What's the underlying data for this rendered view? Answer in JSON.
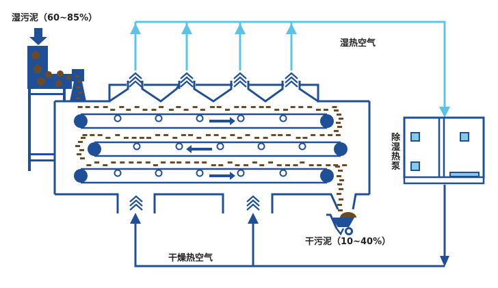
{
  "labels": {
    "wet_sludge": "湿污泥（60~85%）",
    "humid_hot_air": "湿热空气",
    "dry_hot_air": "干燥热空气",
    "dry_sludge": "干污泥（10~40%）",
    "heat_pump": [
      "除",
      "湿",
      "热",
      "泵"
    ]
  },
  "conveyors": [
    {
      "id": "top",
      "direction": "right"
    },
    {
      "id": "middle",
      "direction": "left"
    },
    {
      "id": "bottom",
      "direction": "right"
    }
  ],
  "exhaust_vents": 4,
  "inlet_vents": 2,
  "colors": {
    "structure": "#1f4f96",
    "humid_air": "#5bc4e6",
    "sludge": "#6b4a26",
    "pump_panel": "#86cbe6",
    "text": "#222222"
  },
  "icons": {
    "feed_arrow": "arrow-down-icon",
    "vent": "chevron-stack-up-icon",
    "conveyor_direction": "arrow-icon",
    "cart": "wheelbarrow-icon"
  }
}
